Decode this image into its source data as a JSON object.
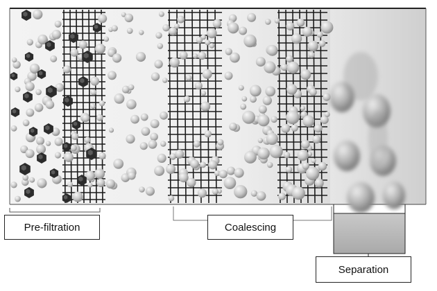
{
  "diagram": {
    "stages": [
      {
        "id": "pre-filtration",
        "label": "Pre-filtration"
      },
      {
        "id": "coalescing",
        "label": "Coalescing"
      },
      {
        "id": "separation",
        "label": "Separation"
      }
    ],
    "colors": {
      "background": "#ffffff",
      "panel_left": "#f4f4f4",
      "panel_right": "#d9d9d9",
      "mesh_line": "#1a1a1a",
      "droplet_light": "#e8e8e8",
      "droplet_dark": "#9a9a9a",
      "particle": "#2b2b2b",
      "collected_liquid": "#b8b8b8",
      "outline": "#222222"
    },
    "icons": [
      "solid-particle-icon",
      "droplet-icon",
      "filter-mesh-icon"
    ]
  }
}
